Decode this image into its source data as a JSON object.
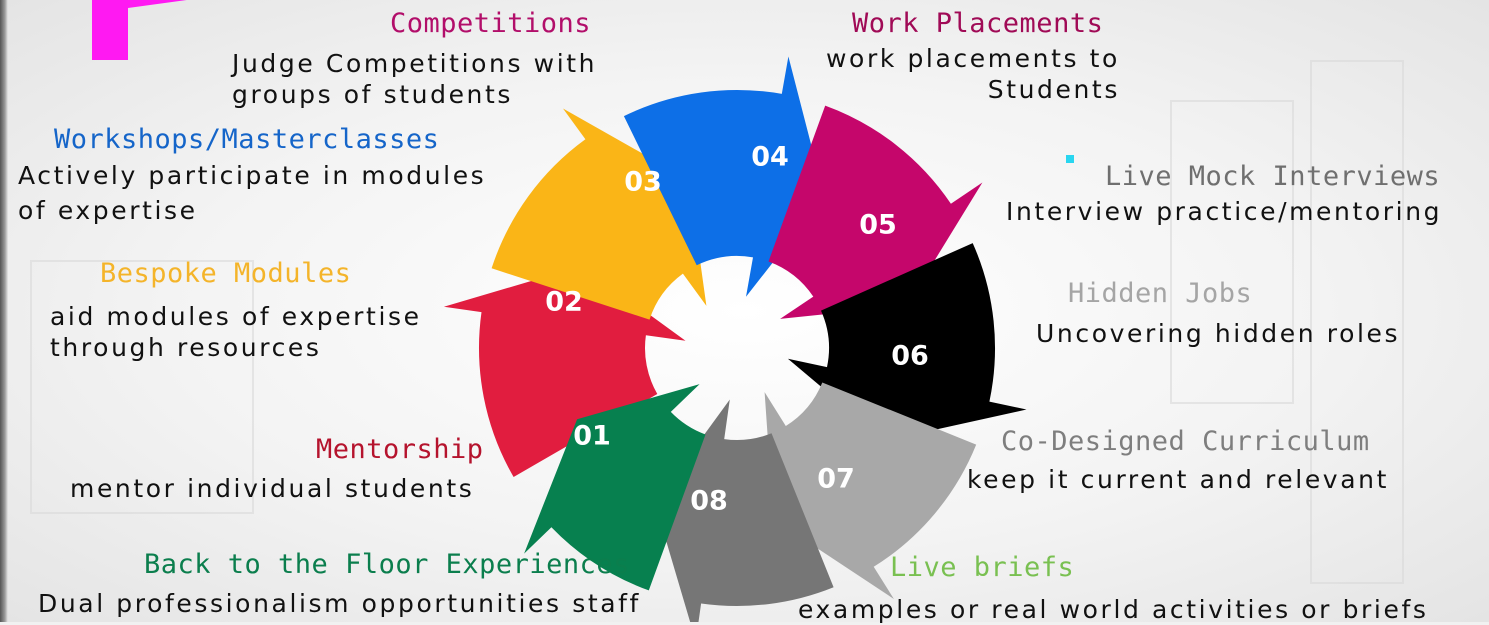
{
  "colors": {
    "s01": "#07804f",
    "s02": "#e11d3f",
    "s03": "#fab517",
    "s04": "#0d6fe7",
    "s05": "#c5066b",
    "s06": "#000000",
    "s07": "#a8a8a8",
    "s08": "#767676",
    "magenta": "#ff19f2"
  },
  "segments": [
    {
      "num": "01"
    },
    {
      "num": "02"
    },
    {
      "num": "03"
    },
    {
      "num": "04"
    },
    {
      "num": "05"
    },
    {
      "num": "06"
    },
    {
      "num": "07"
    },
    {
      "num": "08"
    }
  ],
  "labels": {
    "competitions": {
      "title": "Competitions",
      "desc1": "Judge Competitions with",
      "desc2": "groups of students",
      "color": "#b20e6a"
    },
    "work_placements": {
      "title": "Work Placements",
      "desc1": "work placements to",
      "desc2": "Students",
      "color": "#a00a56"
    },
    "workshops": {
      "title": "Workshops/Masterclasses",
      "desc1": "Actively participate in modules",
      "desc2": "of expertise",
      "color": "#1565c9"
    },
    "mock_interviews": {
      "title": "Live Mock Interviews",
      "desc1": "Interview practice/mentoring",
      "color": "#6f6f6f"
    },
    "bespoke": {
      "title": "Bespoke Modules",
      "desc1": "aid modules of expertise",
      "desc2": "through resources",
      "color": "#f4b42a"
    },
    "hidden_jobs": {
      "title": "Hidden Jobs",
      "desc1": "Uncovering hidden roles",
      "color": "#a5a5a5"
    },
    "mentorship": {
      "title": "Mentorship",
      "desc1": "mentor individual students",
      "color": "#b5132d"
    },
    "curriculum": {
      "title": "Co-Designed Curriculum",
      "desc1": "keep it current and relevant",
      "color": "#7e7e7e"
    },
    "back_to_floor": {
      "title": "Back to the Floor Experiences",
      "desc1": "Dual professionalism opportunities staff",
      "color": "#0b7e4d"
    },
    "live_briefs": {
      "title": "Live briefs",
      "desc1": "examples or real world activities or briefs",
      "color": "#79c051"
    }
  }
}
